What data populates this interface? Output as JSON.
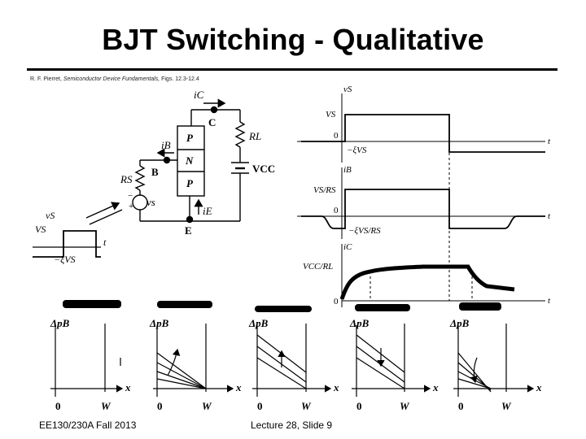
{
  "slide": {
    "title": "BJT Switching - Qualitative",
    "source_author": "R. F. Pierret,",
    "source_book": "Semiconductor Device Fundamentals,",
    "source_figs": "Figs. 12.3-12.4",
    "footer_left": "EE130/230A Fall 2013",
    "footer_right": "Lecture 28, Slide 9"
  },
  "circuit": {
    "ic": "iC",
    "c": "C",
    "ib": "iB",
    "b": "B",
    "e": "E",
    "ie": "iE",
    "p_top": "P",
    "n_mid": "N",
    "p_bot": "P",
    "rl": "RL",
    "vcc": "VCC",
    "rs": "RS",
    "vs": "vs",
    "plus": "+",
    "minus": "−"
  },
  "input_pulse": {
    "v": "vS",
    "high": "VS",
    "low": "−ξVS",
    "t": "t"
  },
  "waveforms": {
    "vs_panel": {
      "y": "vS",
      "high": "VS",
      "zero": "0",
      "low": "−ξVS",
      "t": "t"
    },
    "ib_panel": {
      "y": "iB",
      "high": "VS/RS",
      "zero": "0",
      "low": "−ξVS/RS",
      "t": "t"
    },
    "ic_panel": {
      "y": "iC",
      "high": "VCC/RL",
      "zero": "0",
      "t": "t"
    }
  },
  "dp_plots": [
    {
      "ylabel": "ΔpB",
      "x": "x",
      "zero": "0",
      "w": "W"
    },
    {
      "ylabel": "ΔpB",
      "x": "x",
      "zero": "0",
      "w": "W"
    },
    {
      "ylabel": "ΔpB",
      "x": "x",
      "zero": "0",
      "w": "W"
    },
    {
      "ylabel": "ΔpB",
      "x": "x",
      "zero": "0",
      "w": "W"
    },
    {
      "ylabel": "ΔpB",
      "x": "x",
      "zero": "0",
      "w": "W"
    }
  ],
  "colors": {
    "ink": "#000000",
    "background": "#ffffff"
  }
}
